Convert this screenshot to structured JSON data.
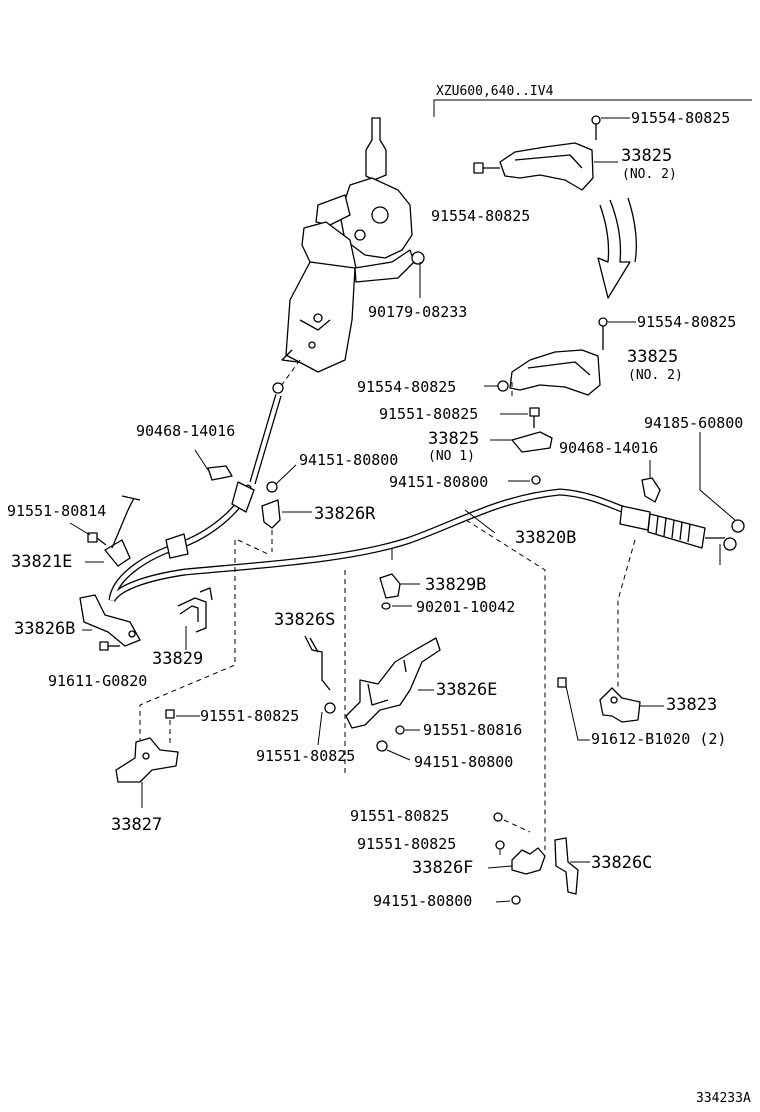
{
  "variant_note": "XZU600,640..IV4",
  "figure_id": "334233A",
  "labels": {
    "p91554_top": "91554-80825",
    "p33825_top": "33825",
    "no2_top": "(NO. 2)",
    "p91554_left_top": "91554-80825",
    "p90179": "90179-08233",
    "p91554_mid": "91554-80825",
    "p33825_mid": "33825",
    "no2_mid": "(NO. 2)",
    "p91554_mid_left": "91554-80825",
    "p91551_a": "91551-80825",
    "p33825_no1": "33825",
    "no1": "(NO 1)",
    "p94185": "94185-60800",
    "p90468_left": "90468-14016",
    "p90468_right": "90468-14016",
    "p94151_a": "94151-80800",
    "p94151_b": "94151-80800",
    "p91551_80814": "91551-80814",
    "p33826R": "33826R",
    "p33820B": "33820B",
    "p33821E": "33821E",
    "p33829B": "33829B",
    "p90201": "90201-10042",
    "p33826B": "33826B",
    "p33829": "33829",
    "p33826S": "33826S",
    "p91611": "91611-G0820",
    "p33826E": "33826E",
    "p33823": "33823",
    "p91551_b": "91551-80825",
    "p91551_80816": "91551-80816",
    "p91612": "91612-B1020 (2)",
    "p91551_c": "91551-80825",
    "p94151_c": "94151-80800",
    "p33827": "33827",
    "p91551_d": "91551-80825",
    "p91551_e": "91551-80825",
    "p33826F": "33826F",
    "p33826C": "33826C",
    "p94151_d": "94151-80800"
  }
}
